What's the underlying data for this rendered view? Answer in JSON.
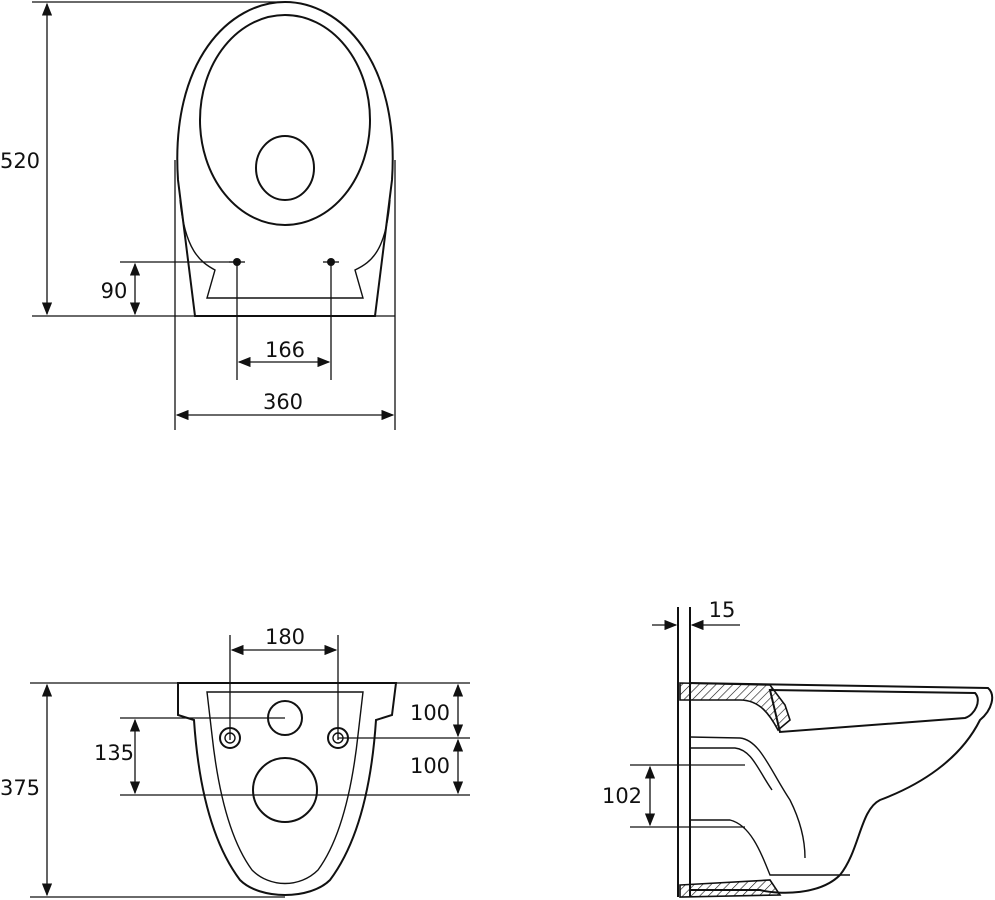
{
  "top_view": {
    "depth": "520",
    "bolt_height": "90",
    "bolt_spacing": "166",
    "width": "360"
  },
  "rear_view": {
    "bolt_spacing": "180",
    "height": "375",
    "hole_spacing": "135",
    "upper_offset": "100",
    "lower_offset": "100"
  },
  "side_view": {
    "wall_thickness": "15",
    "outlet_height": "102"
  }
}
